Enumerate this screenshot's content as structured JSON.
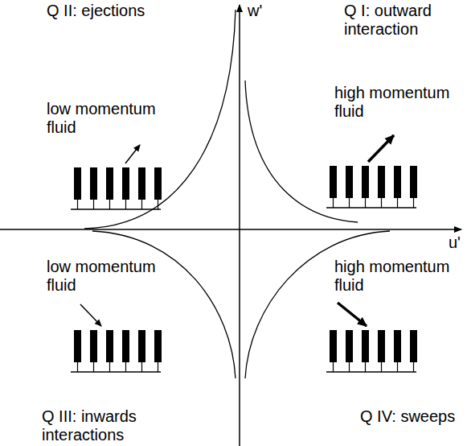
{
  "diagram": {
    "labels": [
      "Q II: ejections",
      "w'",
      "Q I: outward interaction",
      "low momentum fluid",
      "high momentum fluid",
      "u'",
      "low momentum fluid",
      "high momentum fluid",
      "Q III: inwards interactions",
      "Q IV: sweeps"
    ]
  }
}
